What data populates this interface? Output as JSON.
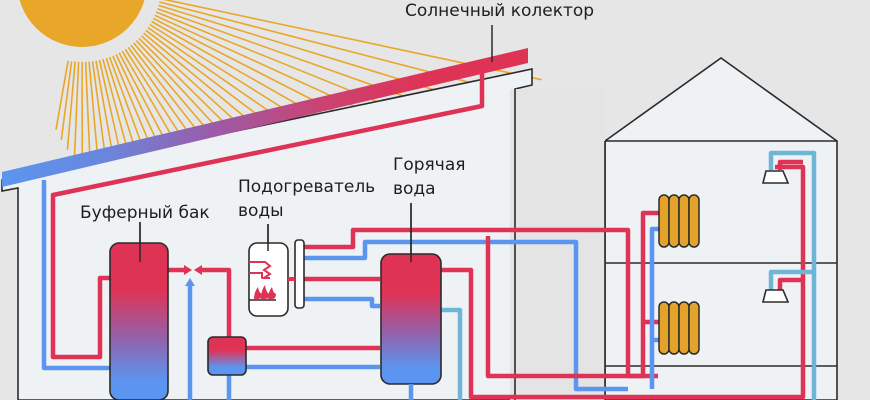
{
  "labels": {
    "solar_collector": "Солнечный колектор",
    "buffer_tank": "Буферный бак",
    "water_heater_line1": "Подогреватель",
    "water_heater_line2": "воды",
    "hot_water_line1": "Горячая",
    "hot_water_line2": "вода"
  },
  "colors": {
    "background": "#e6e6e6",
    "building_fill": "#eef2f5",
    "outline": "#2b2b2b",
    "hot_pipe": "#df3356",
    "cold_pipe": "#5b95f0",
    "light_blue_pipe": "#6fb6d6",
    "sun": "#e9a72a",
    "radiator": "#e3a32b",
    "gap_fill": "#e4e4e4"
  },
  "components": [
    {
      "name": "sun"
    },
    {
      "name": "solar-collector"
    },
    {
      "name": "buffer-tank"
    },
    {
      "name": "mixing-valve"
    },
    {
      "name": "water-heater-boiler"
    },
    {
      "name": "heat-exchanger"
    },
    {
      "name": "hot-water-tank"
    },
    {
      "name": "radiator-upper"
    },
    {
      "name": "radiator-lower"
    },
    {
      "name": "shower-upper"
    },
    {
      "name": "shower-lower"
    }
  ]
}
